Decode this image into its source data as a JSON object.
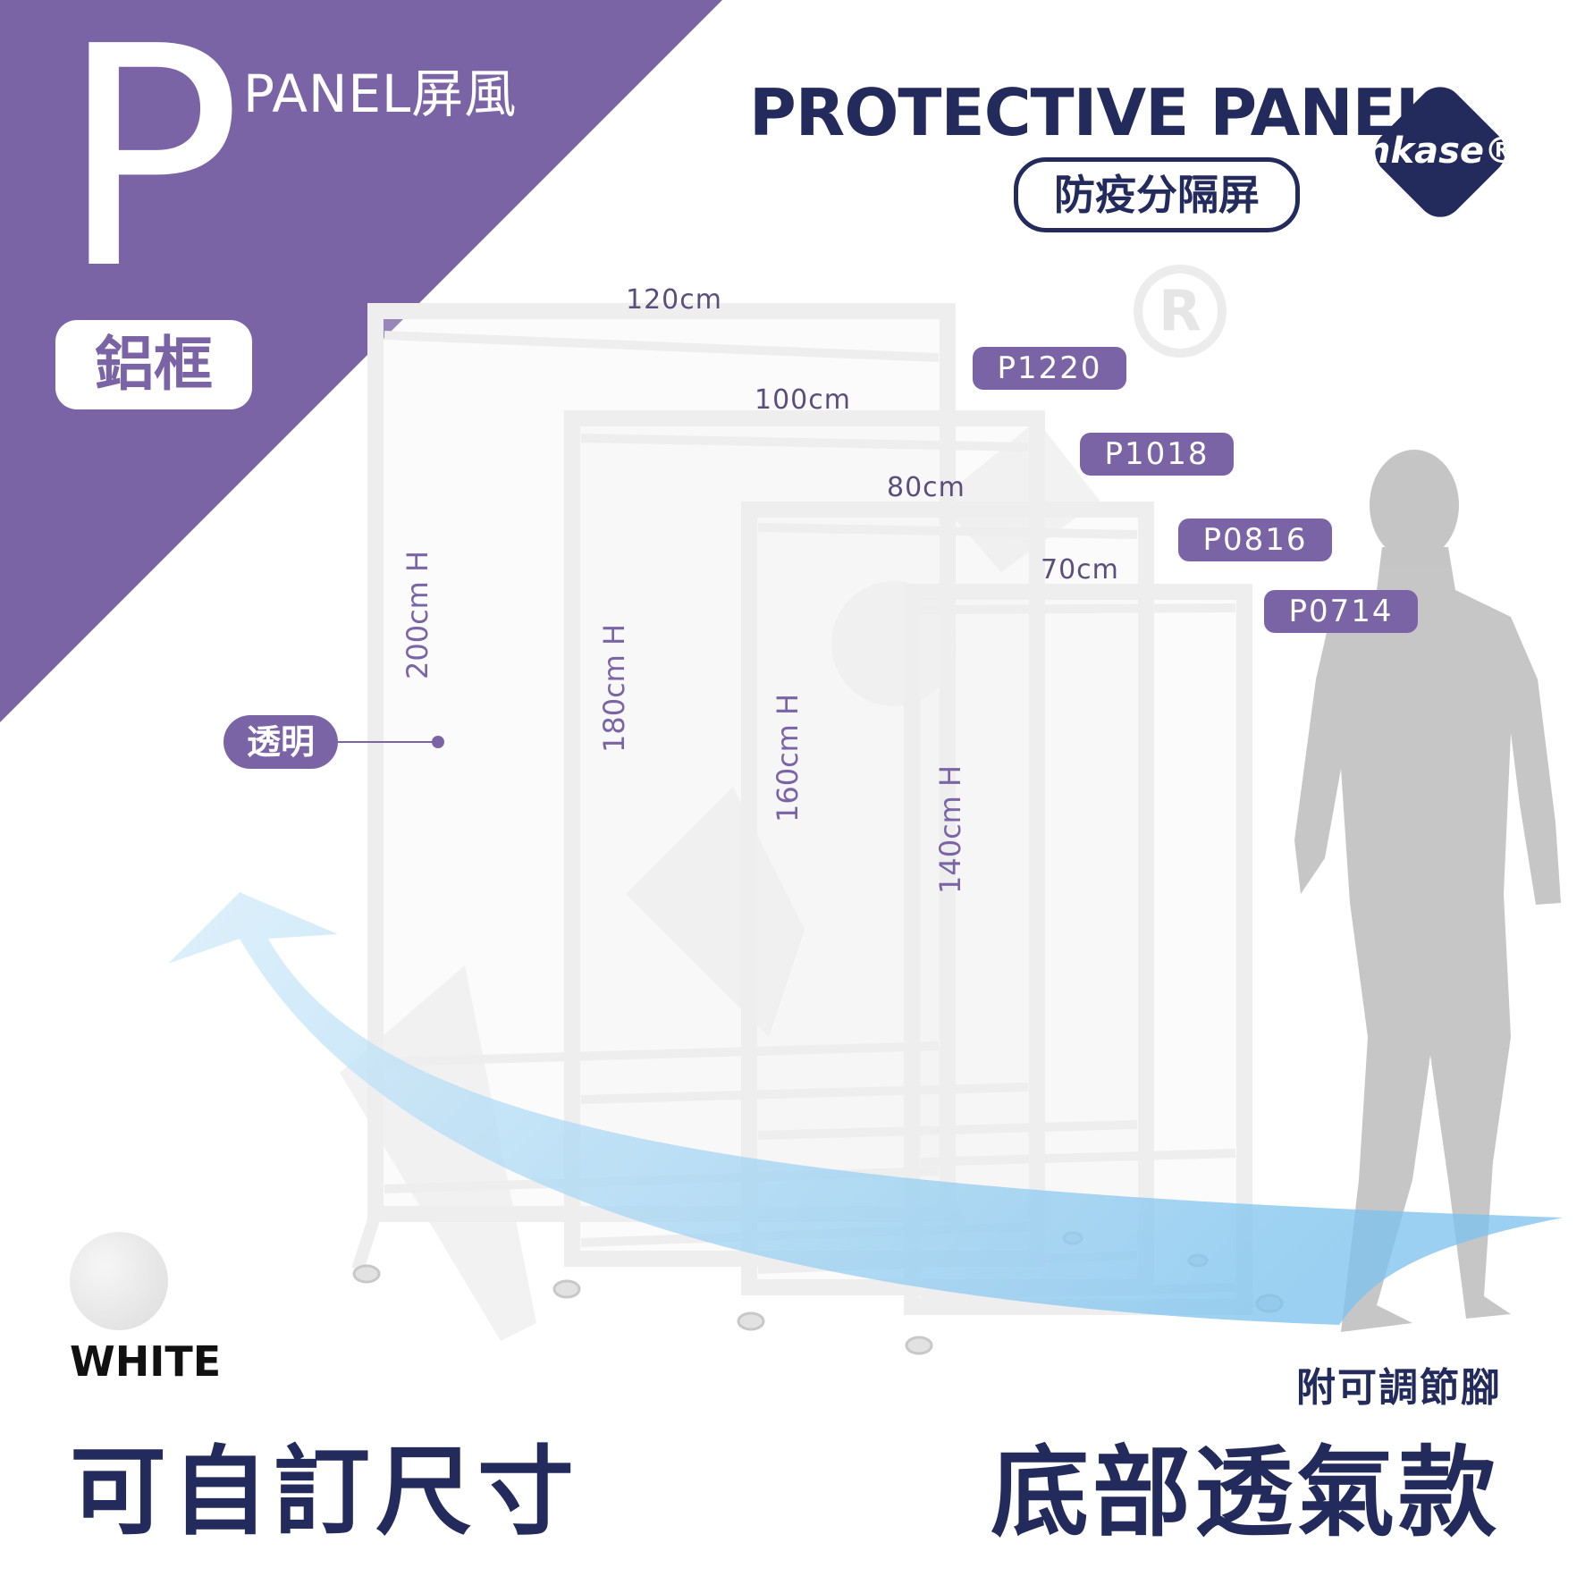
{
  "header": {
    "letter": "P",
    "panel_label": "PANEL屏風",
    "frame_material": "鋁框",
    "title": "PROTECTIVE PANEL",
    "subtitle": "防疫分隔屏",
    "brand_logo": "hkase®"
  },
  "panels": [
    {
      "model": "P1220",
      "width": "120cm",
      "height": "200cm H"
    },
    {
      "model": "P1018",
      "width": "100cm",
      "height": "180cm H"
    },
    {
      "model": "P0816",
      "width": "80cm",
      "height": "160cm H"
    },
    {
      "model": "P0714",
      "width": "70cm",
      "height": "140cm H"
    }
  ],
  "material_label": "透明",
  "color": {
    "name": "WHITE",
    "swatch": "#e6e6e6"
  },
  "footer": {
    "custom_size": "可自訂尺寸",
    "adjustable_feet": "附可調節腳",
    "bottom_vent": "底部透氣款"
  },
  "icons": [
    "registered-mark-icon",
    "airflow-arrow-icon",
    "person-silhouette-icon",
    "color-swatch-icon"
  ],
  "colors": {
    "brand_purple": "#7b64a6",
    "navy": "#232a5c",
    "arrow_blue": "#8ecbf0"
  }
}
